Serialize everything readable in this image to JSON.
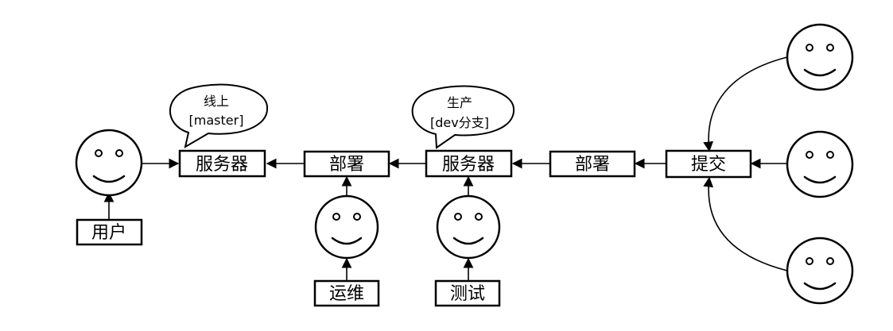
{
  "nodes": {
    "server_left": "服务器",
    "deploy_left": "部署",
    "server_mid": "服务器",
    "deploy_right": "部署",
    "commit": "提交",
    "user": "用户",
    "ops": "运维",
    "test": "测试"
  },
  "bubbles": {
    "online_line1": "线上",
    "online_line2": "[master]",
    "prod_line1": "生产",
    "prod_line2": "[dev分支]"
  }
}
